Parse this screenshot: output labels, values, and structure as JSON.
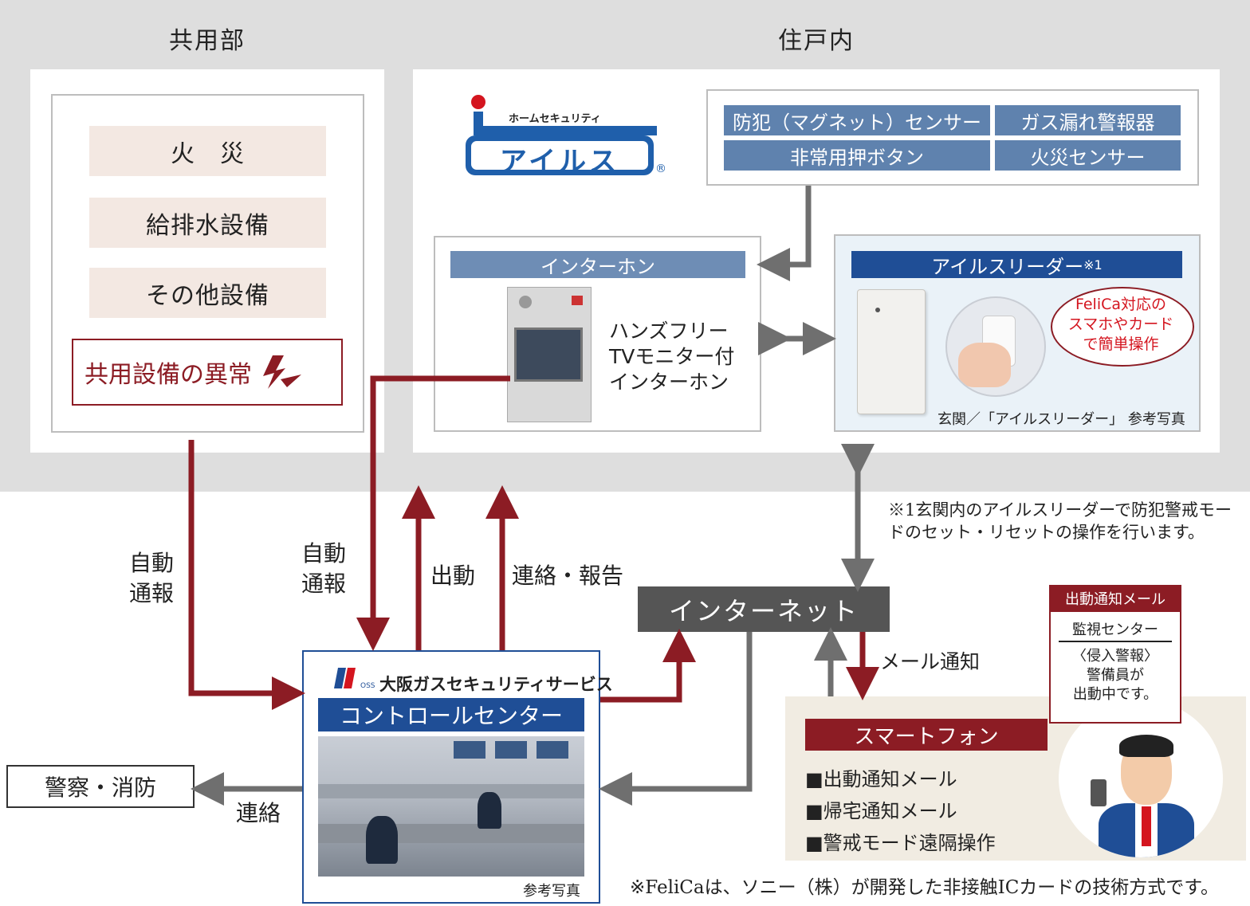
{
  "zones": {
    "common": "共用部",
    "unit": "住戸内"
  },
  "common_items": [
    "火　災",
    "給排水設備",
    "その他設備"
  ],
  "common_alert": "共用設備の異常",
  "logo": {
    "small": "ホームセキュリティ",
    "main": "アイルス",
    "registered": "®"
  },
  "sensors": [
    "防犯（マグネット）センサー",
    "ガス漏れ警報器",
    "非常用押ボタン",
    "火災センサー"
  ],
  "intercom": {
    "header": "インターホン",
    "desc": [
      "ハンズフリー",
      "TVモニター付",
      "インターホン"
    ]
  },
  "reader": {
    "header": "アイルスリーダー",
    "header_note": "※1",
    "bubble": [
      "FeliCa対応の",
      "スマホやカード",
      "で簡単操作"
    ],
    "caption": "玄関／「アイルスリーダー」 参考写真"
  },
  "flow": {
    "auto_report_1": [
      "自動",
      "通報"
    ],
    "auto_report_2": [
      "自動",
      "通報"
    ],
    "dispatch": "出動",
    "contact_report": "連絡・報告",
    "contact": "連絡",
    "mail_notice": "メール通知"
  },
  "note_1": [
    "※1玄関内のアイルスリーダーで防犯警戒モー",
    "ドのセット・リセットの操作を行います。"
  ],
  "internet": "インターネット",
  "control": {
    "company": "大阪ガスセキュリティサービス",
    "company_badge": "OSS",
    "center": "コントロールセンター",
    "caption": "参考写真"
  },
  "police": "警察・消防",
  "smartphone": {
    "header": "スマートフォン",
    "items": [
      "■出動通知メール",
      "■帰宅通知メール",
      "■警戒モード遠隔操作"
    ]
  },
  "mail_popup": {
    "header": "出動通知メール",
    "sender": "監視センター",
    "body": [
      "〈侵入警報〉",
      "警備員が",
      "出動中です。"
    ]
  },
  "footnote": "※FeliCaは、ソニー（株）が開発した非接触ICカードの技術方式です。",
  "colors": {
    "maroon": "#8c1c24",
    "navy": "#1f4e96",
    "gray_arrow": "#6f6f6f"
  }
}
